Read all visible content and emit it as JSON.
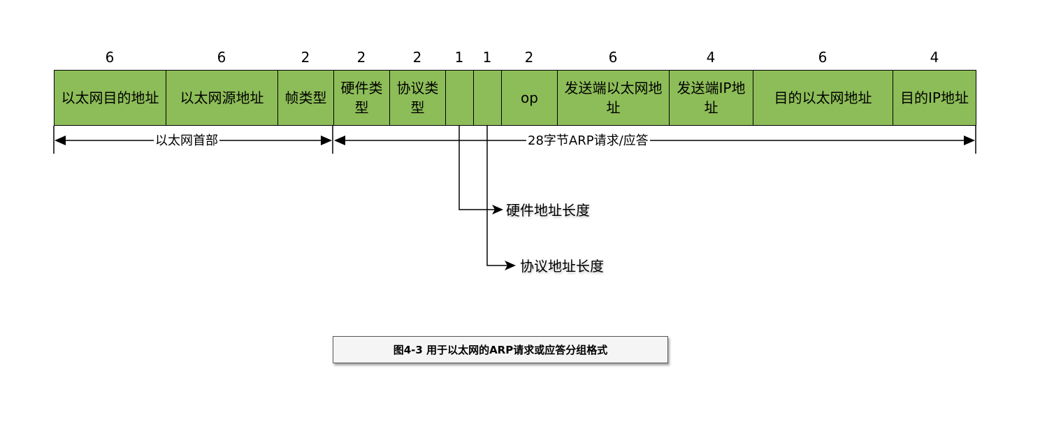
{
  "fields": [
    {
      "size": "6",
      "name": "以太网目的地址"
    },
    {
      "size": "6",
      "name": "以太网源地址"
    },
    {
      "size": "2",
      "name": "帧类型"
    },
    {
      "size": "2",
      "name": "硬件类型"
    },
    {
      "size": "2",
      "name": "协议类型"
    },
    {
      "size": "1",
      "name": ""
    },
    {
      "size": "1",
      "name": ""
    },
    {
      "size": "2",
      "name": "op"
    },
    {
      "size": "6",
      "name": "发送端以太网地址"
    },
    {
      "size": "4",
      "name": "发送端IP地址"
    },
    {
      "size": "6",
      "name": "目的以太网地址"
    },
    {
      "size": "4",
      "name": "目的IP地址"
    }
  ],
  "brackets": {
    "ethernet_header": "以太网首部",
    "arp_body": "28字节ARP请求/应答"
  },
  "callouts": {
    "hardware_addr_len": "硬件地址长度",
    "protocol_addr_len": "协议地址长度"
  },
  "caption": "图4-3 用于以太网的ARP请求或应答分组格式",
  "colors": {
    "field_fill": "#8dbd58",
    "stroke": "#000000",
    "caption_fill": "#f5f5f5"
  }
}
